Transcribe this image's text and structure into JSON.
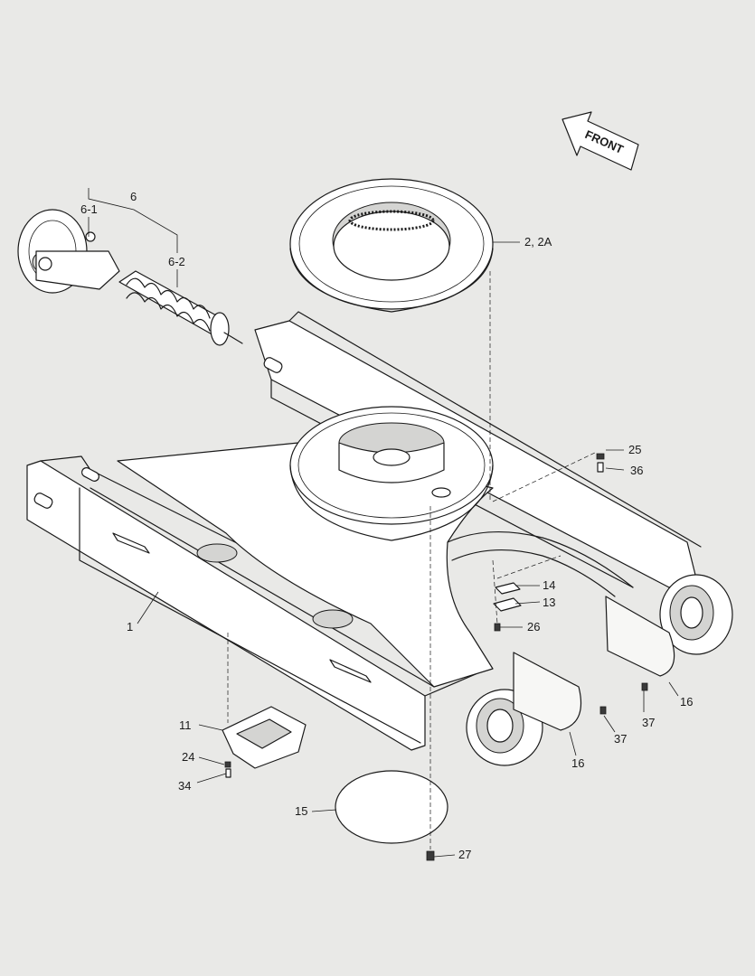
{
  "front_label": "FRONT",
  "callouts": {
    "c1": "1",
    "c2": "2, 2A",
    "c6": "6",
    "c61": "6-1",
    "c62": "6-2",
    "c11": "11",
    "c13": "13",
    "c14": "14",
    "c15": "15",
    "c16a": "16",
    "c16b": "16",
    "c24": "24",
    "c25": "25",
    "c26": "26",
    "c27": "27",
    "c34": "34",
    "c36": "36",
    "c37a": "37",
    "c37b": "37"
  }
}
